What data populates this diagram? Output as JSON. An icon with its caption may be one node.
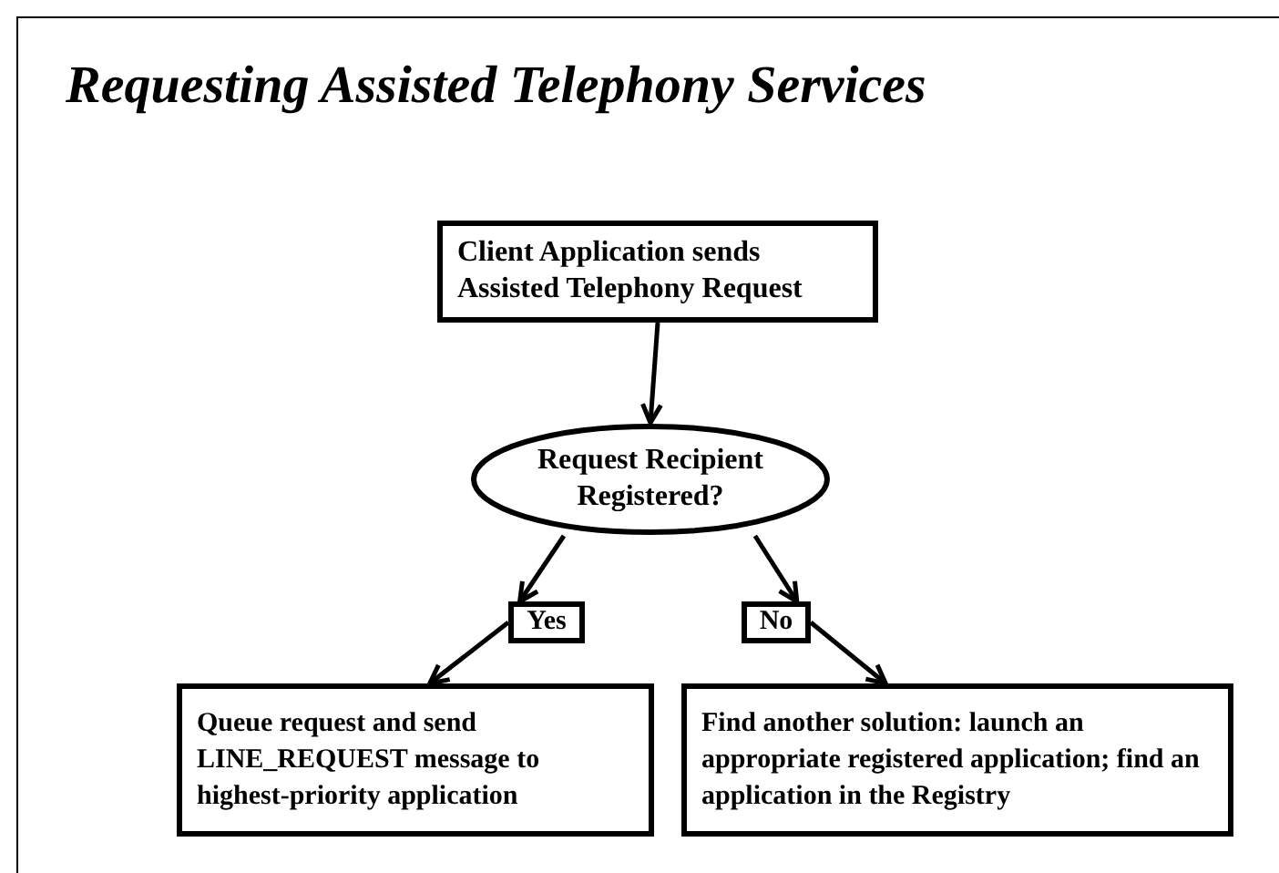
{
  "diagram": {
    "title": "Requesting Assisted Telephony Services",
    "nodes": [
      {
        "text": [
          "Client Application sends Assisted Telephony Request"
        ]
      },
      {
        "text": [
          "Request Recipient Registered?"
        ]
      },
      {
        "text": [
          "Yes"
        ]
      },
      {
        "text": [
          "No"
        ]
      },
      {
        "text": [
          "Queue request and send LINE_REQUEST message to highest-priority application"
        ]
      },
      {
        "text": [
          "Find another solution: launch an appropriate registered application; find an application in the Registry"
        ]
      }
    ],
    "edges": [
      {
        "from": 0,
        "to": 1,
        "arrow": "to"
      },
      {
        "from": 1,
        "to": 2,
        "arrow": "to"
      },
      {
        "from": 2,
        "to": 4,
        "arrow": "to"
      },
      {
        "from": 1,
        "to": 3,
        "arrow": "to"
      },
      {
        "from": 3,
        "to": 5,
        "arrow": "to"
      }
    ]
  }
}
